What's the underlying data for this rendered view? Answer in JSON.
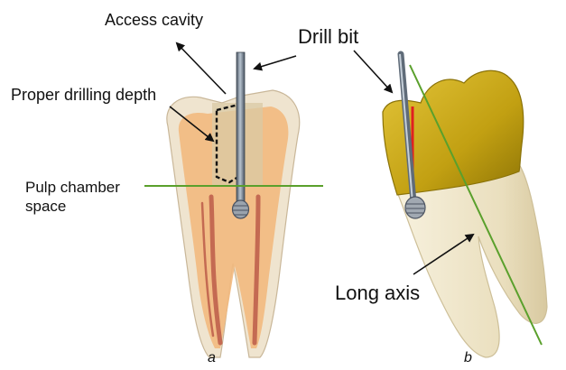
{
  "labels": {
    "access_cavity": "Access cavity",
    "drill_bit": "Drill bit",
    "proper_drilling_depth": "Proper drilling depth",
    "pulp_chamber_space_line1": "Pulp chamber",
    "pulp_chamber_space_line2": "space",
    "long_axis": "Long axis"
  },
  "panels": {
    "a": "a",
    "b": "b"
  },
  "colors": {
    "enamel": "#efe4cf",
    "dentin": "#f2b97e",
    "pulp_canal": "#c46a52",
    "crown_gold": "#c8a614",
    "root_ivory": "#efe5c6",
    "drill_shaft": "#6e7c8c",
    "pulp_line": "#5aa02c",
    "long_axis_line": "#5aa02c",
    "depth_marker": "#e02020"
  }
}
